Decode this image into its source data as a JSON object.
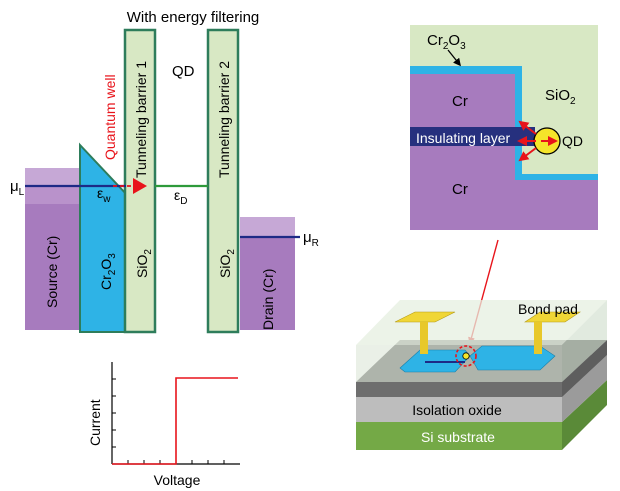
{
  "energy_diagram": {
    "title": "With energy filtering",
    "quantum_well": "Quantum well",
    "qd": "QD",
    "tunneling_barrier_1": "Tunneling barrier 1",
    "tunneling_barrier_2": "Tunneling barrier 2",
    "mu_l_sym": "μ",
    "mu_l_sub": "L",
    "mu_r_sym": "μ",
    "mu_r_sub": "R",
    "eps_w_sym": "ε",
    "eps_w_sub": "w",
    "eps_d_sym": "ε",
    "eps_d_sub": "D",
    "source": "Source (Cr)",
    "drain": "Drain (Cr)",
    "cr2o3_a": "Cr",
    "cr2o3_sub": "2",
    "cr2o3_b": "O",
    "cr2o3_sub2": "3",
    "sio2_a": "SiO",
    "sio2_sub": "2",
    "colors": {
      "metal": "#a77bbe",
      "metal_light": "#c6a8d6",
      "oxide": "#2eb3e6",
      "barrier": "#d8e8c4",
      "border": "#2e7d5b",
      "arrow": "#e8141b"
    }
  },
  "iv_plot": {
    "ylabel": "Current",
    "xlabel": "Voltage"
  },
  "cross_section": {
    "cr2o3_a": "Cr",
    "cr2o3_sub": "2",
    "cr2o3_b": "O",
    "cr2o3_sub2": "3",
    "sio2_a": "SiO",
    "sio2_sub": "2",
    "cr_top": "Cr",
    "cr_bottom": "Cr",
    "insulating_layer": "Insulating layer",
    "qd": "QD"
  },
  "device": {
    "bond_pad": "Bond pad",
    "isolation_oxide": "Isolation oxide",
    "si_substrate": "Si substrate"
  }
}
